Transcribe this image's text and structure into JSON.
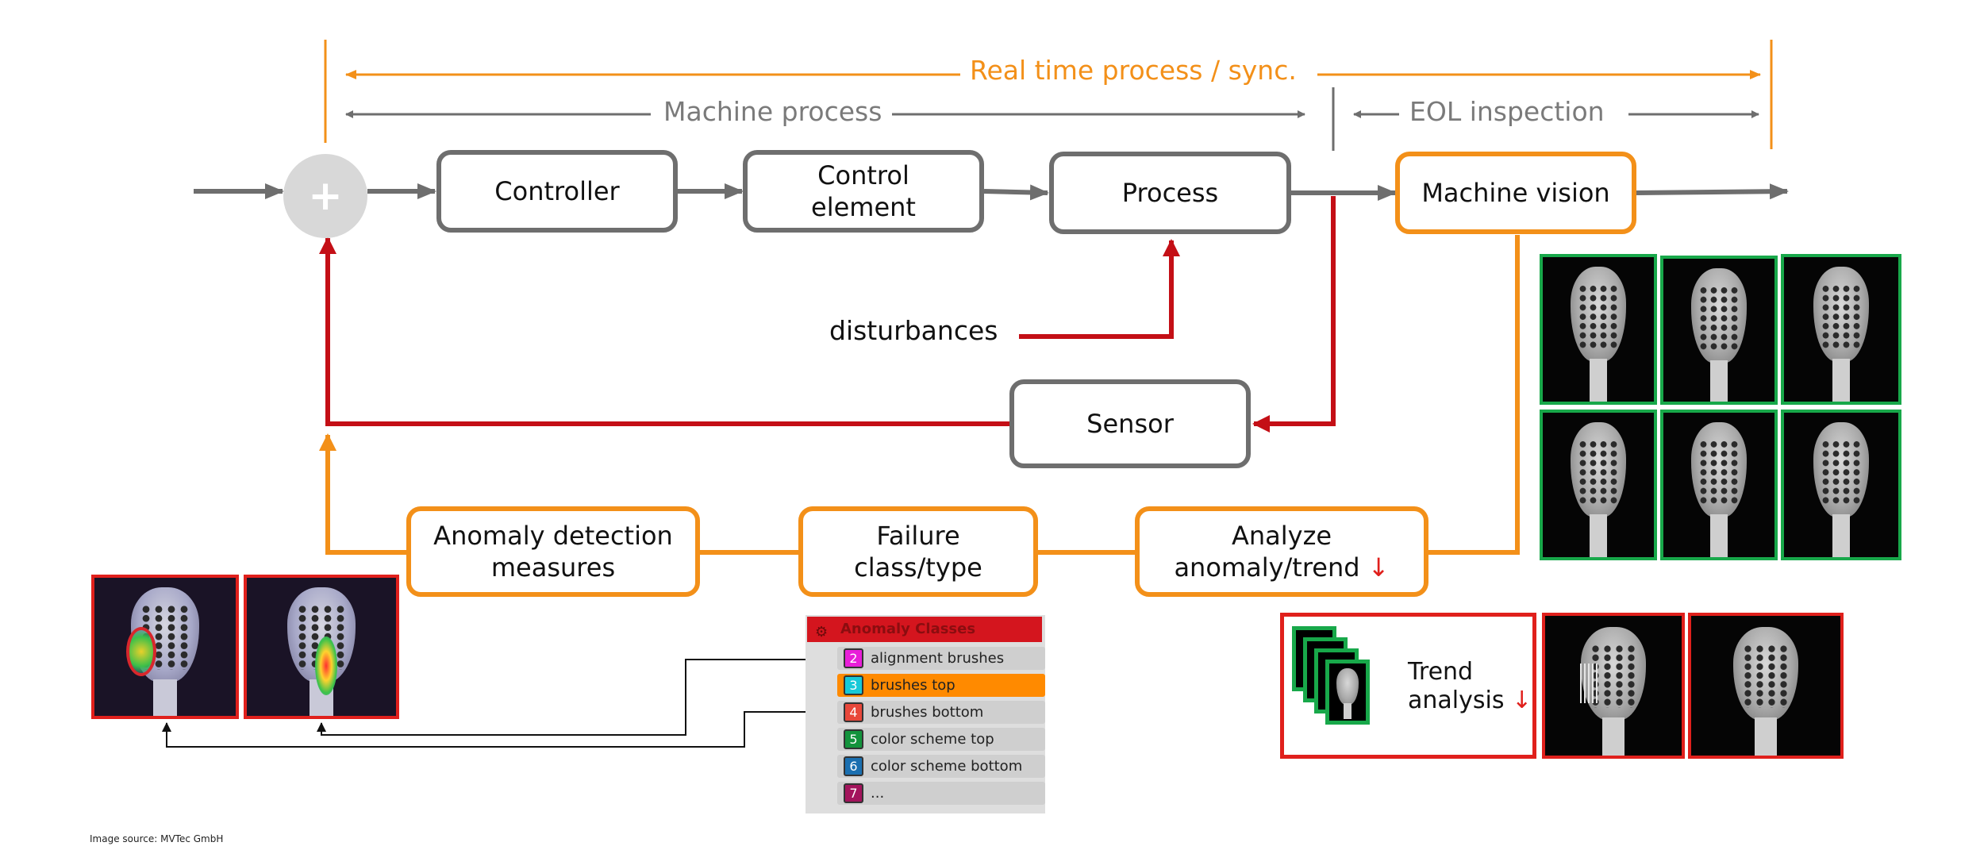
{
  "headers": {
    "realtime": "Real time process / sync.",
    "machine_process": "Machine process",
    "eol_inspection": "EOL inspection"
  },
  "junction_symbol": "+",
  "boxes": {
    "controller": "Controller",
    "control_element": "Control element",
    "process": "Process",
    "machine_vision": "Machine vision",
    "sensor": "Sensor",
    "anomaly_measures": "Anomaly detection measures",
    "failure_class": "Failure class/type",
    "analyze": "Analyze anomaly/trend"
  },
  "disturbances": "disturbances",
  "down_arrow": "↓",
  "trend_label": "Trend analysis",
  "anomaly_panel": {
    "title": "Anomaly Classes",
    "items": [
      {
        "num": "2",
        "label": "alignment brushes",
        "color": "#e81ed8",
        "selected": false
      },
      {
        "num": "3",
        "label": "brushes top",
        "color": "#17c9d8",
        "selected": true
      },
      {
        "num": "4",
        "label": "brushes bottom",
        "color": "#e8473a",
        "selected": false
      },
      {
        "num": "5",
        "label": "color scheme top",
        "color": "#13933c",
        "selected": false
      },
      {
        "num": "6",
        "label": "color scheme bottom",
        "color": "#1a6fb0",
        "selected": false
      },
      {
        "num": "7",
        "label": "...",
        "color": "#a3145c",
        "selected": false
      }
    ]
  },
  "source": "Image source: MVTec GmbH",
  "colors": {
    "gray": "#6e6e6e",
    "orange": "#f39019",
    "red": "#c40f16",
    "green_frame": "#18a84a",
    "red_frame": "#e0201c"
  }
}
